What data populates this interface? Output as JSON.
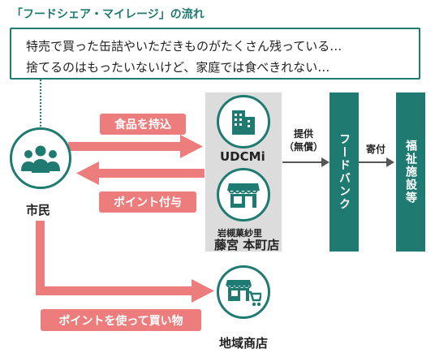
{
  "title": "「フードシェア・マイレージ」の流れ",
  "quote": {
    "line1": "特売で買った缶詰やいただきものがたくさん残っている…",
    "line2": "捨てるのはもったいないけど、家庭では食べきれない…"
  },
  "nodes": {
    "citizen": "市民",
    "udcmi": "UDCMi",
    "store_small": "岩槻菓紗里",
    "store_name": "藤宮 本町店",
    "food_bank": "フードバンク",
    "welfare": "福祉施設等",
    "local_shop": "地域商店"
  },
  "edges": {
    "bring_food": "食品を持込",
    "give_points": "ポイント付与",
    "provide_line1": "提供",
    "provide_line2": "（無償）",
    "donate": "寄付",
    "use_points": "ポイントを使って買い物"
  },
  "colors": {
    "teal": "#1f7a72",
    "pink": "#ed7c7c",
    "gray_panel": "#dcdcdc",
    "arrow_gray": "#555555"
  }
}
